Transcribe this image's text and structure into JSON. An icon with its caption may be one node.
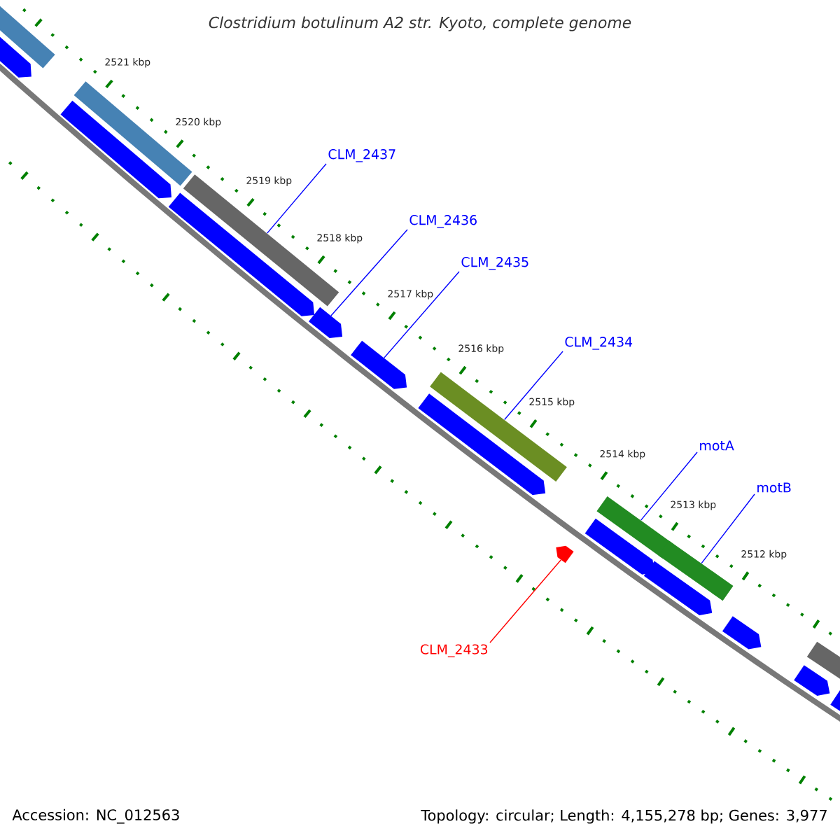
{
  "diagram": {
    "title": "Clostridium botulinum A2 str. Kyoto, complete genome",
    "nodes": [
      {
        "text": [
          "CLM_2437"
        ]
      },
      {
        "text": [
          "CLM_2436"
        ]
      },
      {
        "text": [
          "CLM_2435"
        ]
      },
      {
        "text": [
          "CLM_2434"
        ]
      },
      {
        "text": [
          "motA"
        ]
      },
      {
        "text": [
          "motB"
        ]
      },
      {
        "text": [
          "CLM_2433"
        ]
      },
      {
        "text": [],
        "shape": "bar"
      },
      {
        "text": [],
        "shape": "pentagon"
      },
      {
        "text": [],
        "shape": "bar"
      },
      {
        "text": [],
        "shape": "pentagon"
      },
      {
        "text": [],
        "shape": "bar"
      },
      {
        "text": [],
        "shape": "pentagon"
      },
      {
        "text": [],
        "shape": "pentagon"
      },
      {
        "text": [],
        "shape": "pentagon"
      },
      {
        "text": [],
        "shape": "pentagon"
      },
      {
        "text": [],
        "shape": "bar"
      },
      {
        "text": [],
        "shape": "pentagon"
      },
      {
        "text": [],
        "shape": "pentagon"
      },
      {
        "text": [],
        "shape": "bar"
      },
      {
        "text": [],
        "shape": "pentagon"
      },
      {
        "text": [],
        "shape": "bar"
      },
      {
        "text": [],
        "shape": "pentagon"
      },
      {
        "text": [],
        "shape": "pentagon"
      },
      {
        "text": [],
        "shape": "bar"
      },
      {
        "text": [],
        "shape": "pentagon"
      }
    ],
    "edges": [
      {
        "from": 0,
        "to": 11,
        "arrow": "none"
      },
      {
        "from": 1,
        "to": 13,
        "arrow": "none"
      },
      {
        "from": 2,
        "to": 14,
        "arrow": "none"
      },
      {
        "from": 3,
        "to": 16,
        "arrow": "none"
      },
      {
        "from": 4,
        "to": 19,
        "arrow": "none"
      },
      {
        "from": 5,
        "to": 21,
        "arrow": "none"
      },
      {
        "from": 6,
        "to": 17,
        "arrow": "none",
        "color": "#ff0000"
      }
    ],
    "labels": [
      "2521 kbp",
      "2520 kbp",
      "2519 kbp",
      "2518 kbp",
      "2517 kbp",
      "2516 kbp",
      "2515 kbp",
      "2514 kbp",
      "2513 kbp",
      "2512 kbp",
      "Accession: NC_012563",
      "Topology: circular; Length: 4,155,278 bp; Genes: 3,977"
    ]
  }
}
